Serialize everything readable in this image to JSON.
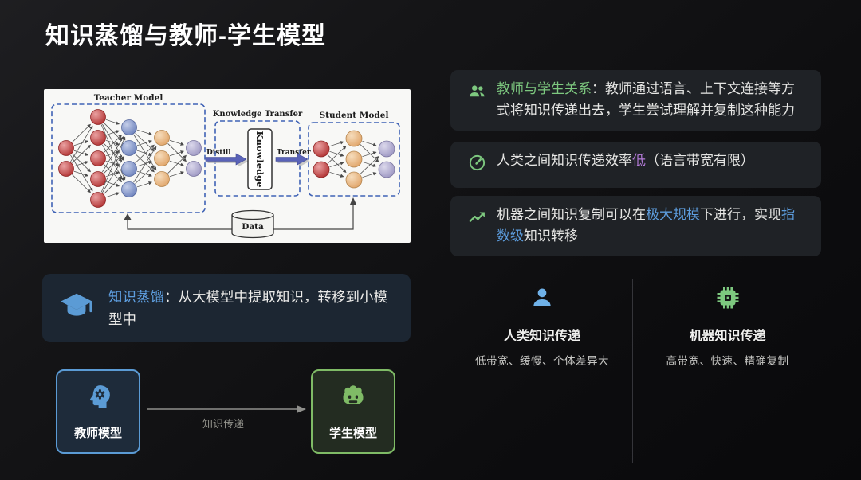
{
  "title": "知识蒸馏与教师-学生模型",
  "figure": {
    "teacher_title": "Teacher Model",
    "transfer_title": "Knowledge Transfer",
    "student_title": "Student Model",
    "distill_label": "Distill",
    "knowledge_label": "Knowledge",
    "transfer_label": "Transfer",
    "data_label": "Data",
    "teacher_layers": [
      {
        "count": 2,
        "color": "red"
      },
      {
        "count": 5,
        "color": "red"
      },
      {
        "count": 4,
        "color": "blue"
      },
      {
        "count": 3,
        "color": "orange"
      },
      {
        "count": 2,
        "color": "purple"
      }
    ],
    "student_layers": [
      {
        "count": 2,
        "color": "red"
      },
      {
        "count": 3,
        "color": "orange"
      },
      {
        "count": 2,
        "color": "purple"
      }
    ]
  },
  "distill_card": {
    "term": "知识蒸馏",
    "rest": "：从大模型中提取知识，转移到小模型中"
  },
  "flow": {
    "teacher_label": "教师模型",
    "student_label": "学生模型",
    "arrow_label": "知识传递"
  },
  "right_cards": [
    {
      "icon": "people-icon",
      "segments": [
        "教师与学生关系",
        "：教师通过语言、上下文连接等方式将知识传递出去，学生尝试理解并复制这种能力"
      ]
    },
    {
      "icon": "gauge-icon",
      "segments": [
        "人类之间知识传递效率",
        "低",
        "（语言带宽有限）"
      ]
    },
    {
      "icon": "trend-up-icon",
      "segments": [
        "机器之间知识复制可以在",
        "极大规模",
        "下进行，实现",
        "指数级",
        "知识转移"
      ]
    }
  ],
  "comparison": {
    "human": {
      "icon": "person-icon",
      "title": "人类知识传递",
      "desc": "低带宽、缓慢、个体差异大"
    },
    "machine": {
      "icon": "chip-icon",
      "title": "机器知识传递",
      "desc": "高带宽、快速、精确复制"
    }
  },
  "colors": {
    "accent_green": "#7dc87f",
    "accent_blue": "#5d9dde",
    "accent_purple": "#b47bd8",
    "teacher_border": "#5b9bd5",
    "student_border": "#7fbb66",
    "node_red": "#bb3434",
    "node_blue": "#7589c2",
    "node_orange": "#e8b274",
    "node_purple": "#a39fc7"
  }
}
